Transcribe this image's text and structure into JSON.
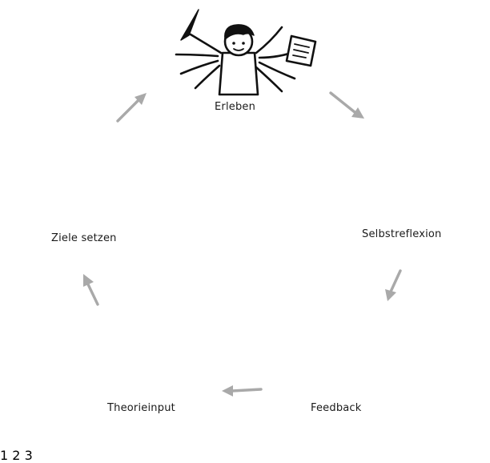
{
  "diagram": {
    "stages": [
      {
        "label": "Erleben",
        "icon": "many-arms-person-icon"
      },
      {
        "label": "Selbstreflexion",
        "icon": "thinking-person-icon"
      },
      {
        "label": "Feedback",
        "icon": "group-feedback-icon"
      },
      {
        "label": "Theorieinput",
        "icon": "presenter-icon"
      },
      {
        "label": "Ziele setzen",
        "icon": "goal-writing-person-icon"
      }
    ],
    "center_icon": "cycle-person-icon",
    "flip_chart": {
      "lines": [
        "1",
        "2",
        "3"
      ]
    },
    "arrow_color": "#a9a9a9",
    "ink_color": "#111111"
  }
}
